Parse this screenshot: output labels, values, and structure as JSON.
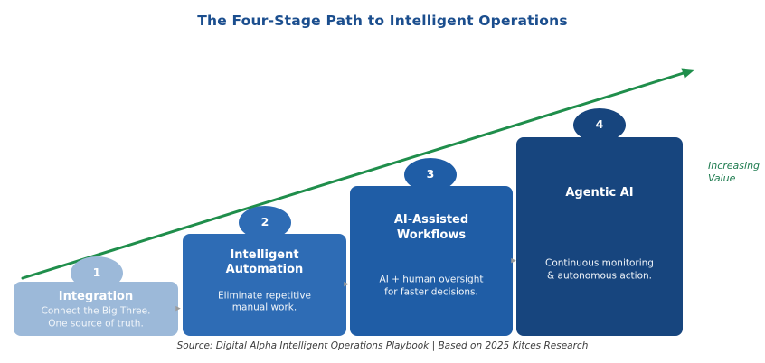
{
  "header": {
    "title": "The Four-Stage Path to Intelligent Operations"
  },
  "stages": [
    {
      "number": "1",
      "name": "Integration",
      "description": "Connect the Big Three.\nOne source of truth.",
      "color": "#9cb9d9"
    },
    {
      "number": "2",
      "name": "Intelligent\nAutomation",
      "description": "Eliminate repetitive\nmanual work.",
      "color": "#2e6cb5"
    },
    {
      "number": "3",
      "name": "AI-Assisted\nWorkflows",
      "description": "AI + human oversight\nfor faster decisions.",
      "color": "#1f5da6"
    },
    {
      "number": "4",
      "name": "Agentic AI",
      "description": "Continuous monitoring\n& autonomous action.",
      "color": "#17457e"
    }
  ],
  "arrow": {
    "label": "Increasing\nValue",
    "color": "#1f8e4b"
  },
  "icons": {
    "stage_arrow": "▸"
  },
  "footer": {
    "source": "Source: Digital Alpha Intelligent Operations Playbook | Based on 2025 Kitces Research"
  },
  "colors": {
    "title_navy": "#1b4e8e",
    "label_green": "#1e7b4f",
    "source_gray": "#3c3c3c",
    "chevron_gray": "#9b9b9b"
  }
}
